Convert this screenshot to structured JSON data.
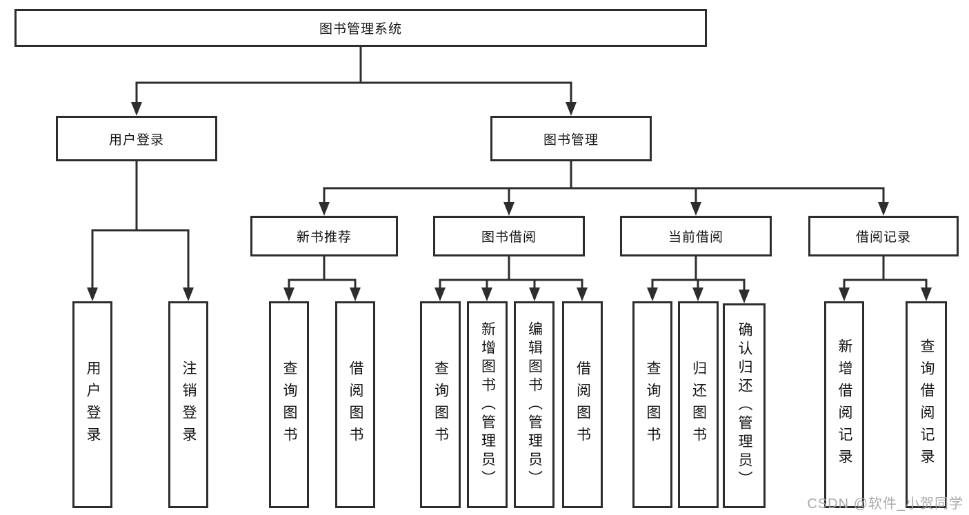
{
  "diagram": {
    "root": {
      "label": "图书管理系统"
    },
    "branches": [
      {
        "label": "用户登录",
        "children": [
          {
            "label": "用户登录"
          },
          {
            "label": "注销登录"
          }
        ]
      },
      {
        "label": "图书管理",
        "children": [
          {
            "label": "新书推荐",
            "children": [
              {
                "label": "查询图书"
              },
              {
                "label": "借阅图书"
              }
            ]
          },
          {
            "label": "图书借阅",
            "children": [
              {
                "label": "查询图书"
              },
              {
                "label": "新增图书（管理员）"
              },
              {
                "label": "编辑图书（管理员）"
              },
              {
                "label": "借阅图书"
              }
            ]
          },
          {
            "label": "当前借阅",
            "children": [
              {
                "label": "查询图书"
              },
              {
                "label": "归还图书"
              },
              {
                "label": "确认归还（管理员）"
              }
            ]
          },
          {
            "label": "借阅记录",
            "children": [
              {
                "label": "新增借阅记录"
              },
              {
                "label": "查询借阅记录"
              }
            ]
          }
        ]
      }
    ]
  },
  "watermark": {
    "text": "CSDN @软件_小贺同学"
  },
  "colors": {
    "line": "#2d2d2d",
    "box_border": "#2d2d2d",
    "background": "#ffffff",
    "text": "#141414",
    "watermark": "#a6a6a6"
  }
}
